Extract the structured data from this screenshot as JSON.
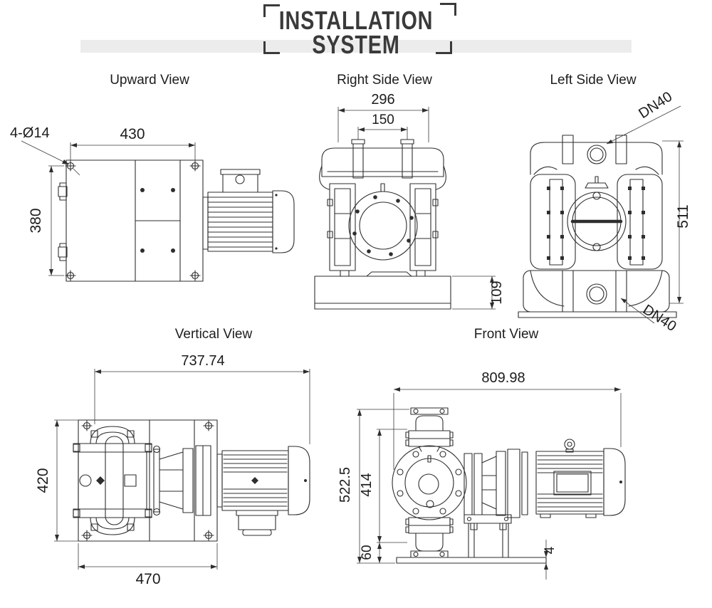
{
  "title": {
    "line1": "INSTALLATION",
    "line2": "SYSTEM"
  },
  "views": {
    "upward": {
      "label": "Upward View",
      "dims": {
        "width": "430",
        "height": "380",
        "holes": "4-Ø14"
      }
    },
    "right_side": {
      "label": "Right Side View",
      "dims": {
        "outer_width": "296",
        "port_spacing": "150",
        "base_height": "109"
      }
    },
    "left_side": {
      "label": "Left Side View",
      "dims": {
        "height": "511",
        "top_port": "DN40",
        "bottom_port": "DN40"
      }
    },
    "vertical": {
      "label": "Vertical View",
      "dims": {
        "overall_length": "737.74",
        "plate_depth": "420",
        "plate_width": "470"
      }
    },
    "front": {
      "label": "Front View",
      "dims": {
        "overall_length": "809.98",
        "overall_height": "522.5",
        "pump_height": "414",
        "port_height": "60",
        "plate_thickness": "4"
      }
    }
  },
  "colors": {
    "line": "#2e2e2e",
    "title_text": "#3a3a3a",
    "band": "#ececec",
    "background": "#ffffff"
  }
}
